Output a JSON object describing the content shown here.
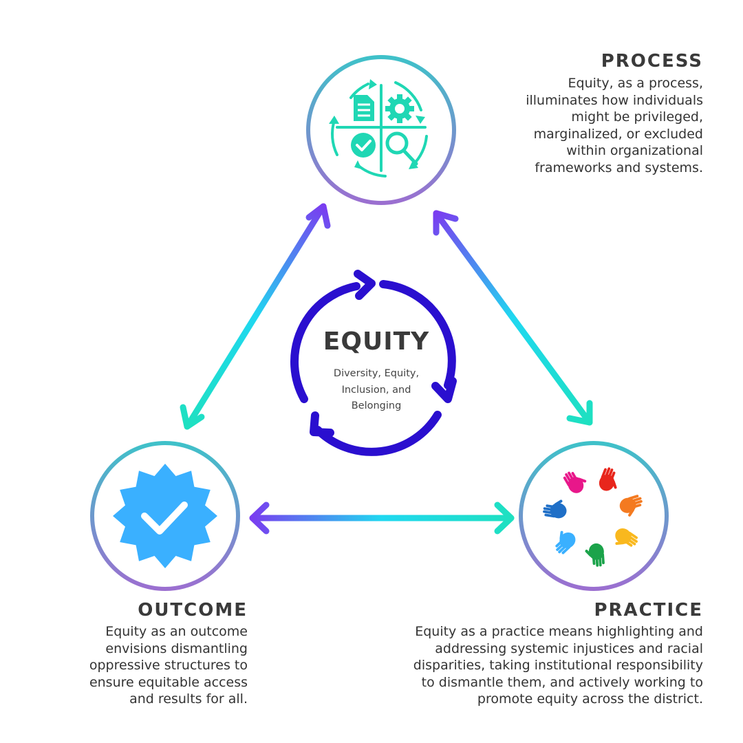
{
  "center": {
    "title": "EQUITY",
    "subtitle_lines": [
      "Diversity, Equity,",
      "Inclusion, and",
      "Belonging"
    ]
  },
  "process": {
    "heading": "PROCESS",
    "lines": [
      "Equity, as a process,",
      "illuminates how individuals",
      "might be privileged,",
      "marginalized, or excluded",
      "within organizational",
      "frameworks and systems."
    ],
    "icon": "process-cycle-icon"
  },
  "outcome": {
    "heading": "OUTCOME",
    "lines": [
      "Equity as an outcome",
      "envisions dismantling",
      "oppressive structures to",
      "ensure equitable access",
      "and results for all."
    ],
    "icon": "verified-badge-icon"
  },
  "practice": {
    "heading": "PRACTICE",
    "lines": [
      "Equity as a practice means highlighting and",
      "addressing systemic injustices and racial",
      "disparities, taking institutional responsibility",
      "to dismantle them, and actively working to",
      "promote equity across the district."
    ],
    "icon": "colorful-hands-icon"
  },
  "colors": {
    "ring_start": "#3fc1c9",
    "ring_end": "#9b6fd0",
    "arrow_purple": "#7a3cf0",
    "arrow_cyan": "#1fd8f0",
    "arrow_teal": "#1ee0c0",
    "center_cycle": "#2a0fcf",
    "icon_teal": "#1fd7b4",
    "badge_blue": "#3ab0ff"
  }
}
